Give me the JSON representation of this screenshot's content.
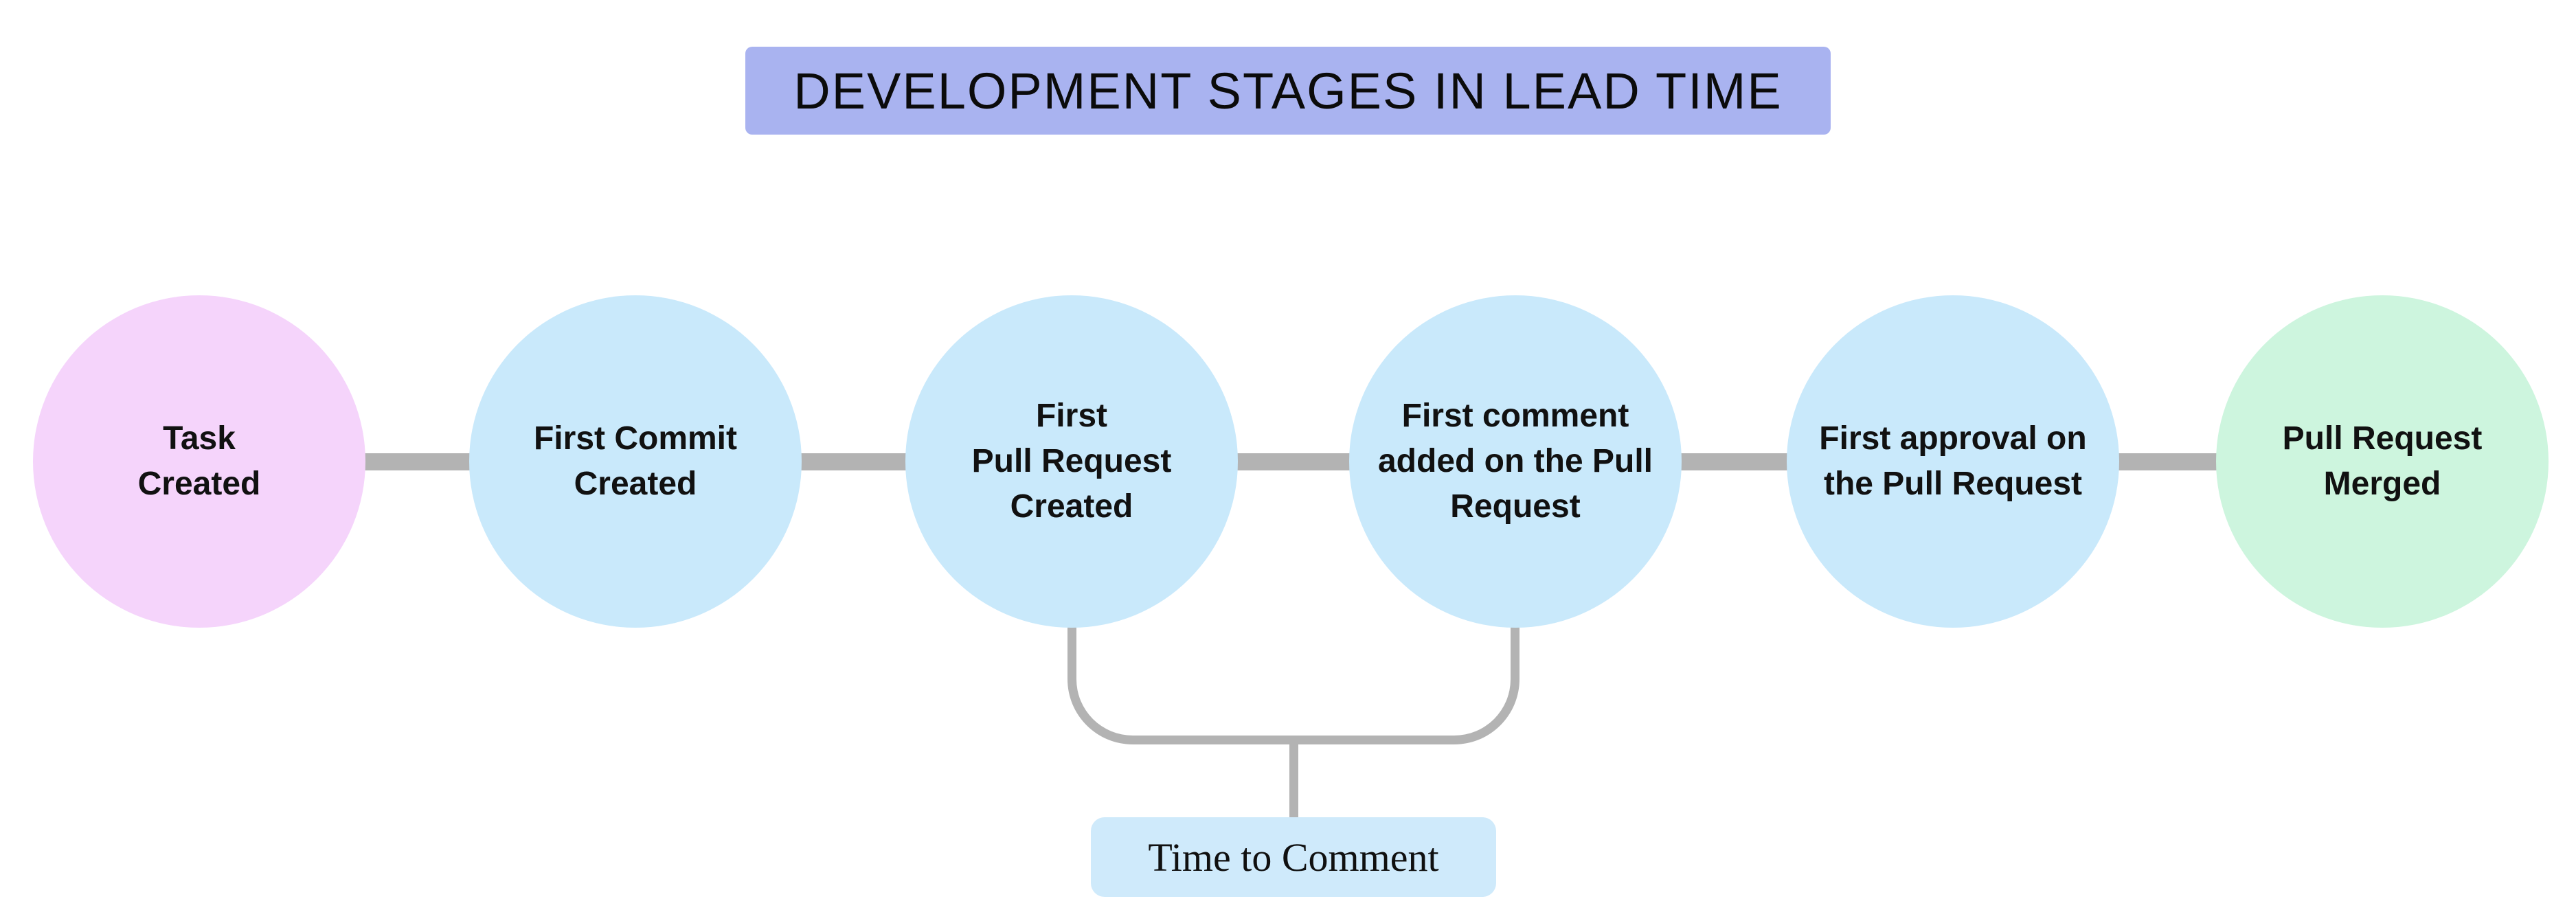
{
  "title": {
    "text": "DEVELOPMENT STAGES IN LEAD TIME",
    "bg_color": "#a9b3f0"
  },
  "colors": {
    "background": "#ffffff",
    "connector": "#b3b3b3",
    "stage_start": "#f5d4fb",
    "stage_middle": "#c9e9fb",
    "stage_end": "#cdf5de",
    "annotation_bg": "#cfeafb",
    "text": "#111111"
  },
  "stages": [
    {
      "label": "Task\nCreated",
      "color": "#f5d4fb"
    },
    {
      "label": "First Commit\nCreated",
      "color": "#c9e9fb"
    },
    {
      "label": "First\nPull Request\nCreated",
      "color": "#c9e9fb"
    },
    {
      "label": "First comment\nadded on the Pull\nRequest",
      "color": "#c9e9fb"
    },
    {
      "label": "First approval on\nthe Pull Request",
      "color": "#c9e9fb"
    },
    {
      "label": "Pull Request\nMerged",
      "color": "#cdf5de"
    }
  ],
  "annotation": {
    "label": "Time to Comment",
    "bg_color": "#cfeafb",
    "spans_stage_indexes": [
      2,
      3
    ]
  }
}
